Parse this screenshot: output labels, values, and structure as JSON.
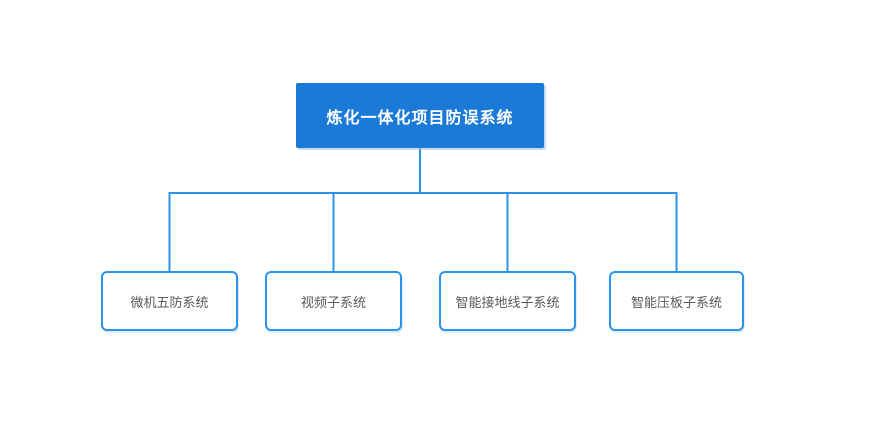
{
  "diagram": {
    "root": {
      "label": "炼化一体化项目防误系统"
    },
    "children": [
      {
        "label": "微机五防系统"
      },
      {
        "label": "视频子系统"
      },
      {
        "label": "智能接地线子系统"
      },
      {
        "label": "智能压板子系统"
      }
    ],
    "colors": {
      "root_fill": "#1b79d8",
      "root_text": "#ffffff",
      "connector": "#2b93ea",
      "child_border": "#2b93ea",
      "child_text": "#595959",
      "background": "#ffffff"
    }
  }
}
